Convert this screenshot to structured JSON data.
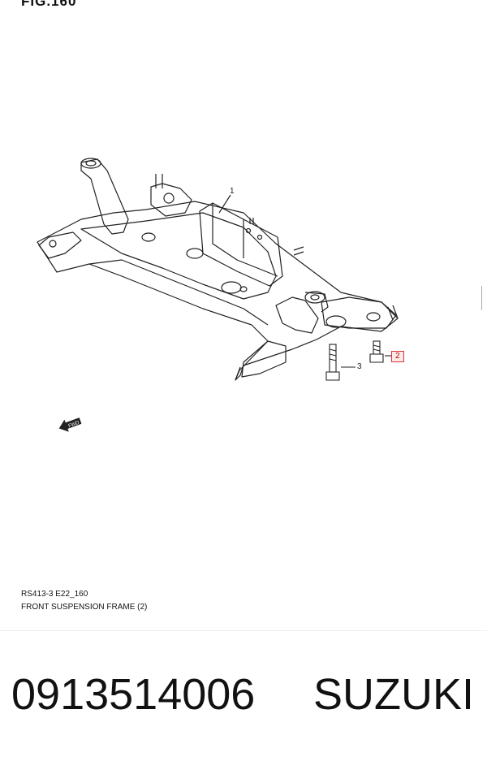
{
  "figure": {
    "title": "FIG.160"
  },
  "callouts": [
    {
      "id": "1",
      "label": "1"
    },
    {
      "id": "2",
      "label": "2"
    },
    {
      "id": "3",
      "label": "3"
    }
  ],
  "direction_badge": "FWD",
  "reference": {
    "code": "RS413-3 E22_160",
    "name": "FRONT SUSPENSION FRAME (2)"
  },
  "product": {
    "part_number": "0913514006",
    "brand": "SUZUKI"
  },
  "colors": {
    "line": "#222222",
    "highlight_box_border": "#dd3333",
    "highlight_box_fill": "#fbeaea",
    "highlight_text": "#cc0000"
  }
}
